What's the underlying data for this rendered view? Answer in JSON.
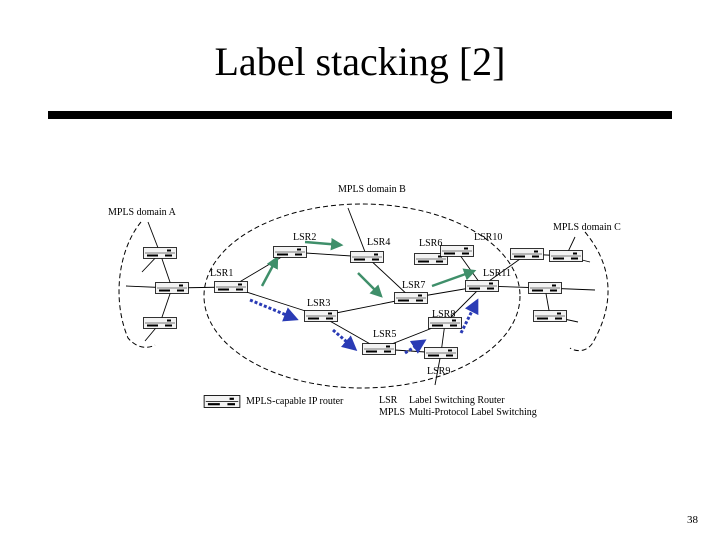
{
  "title": "Label stacking [2]",
  "page_number": "38",
  "colors": {
    "green_arrow": "#3f8f6a",
    "blue_dotted": "#2a3bb5",
    "router_fill": "#f3f3f3"
  },
  "domains": {
    "a": "MPLS domain A",
    "b": "MPLS domain B",
    "c": "MPLS domain C"
  },
  "routers": {
    "lsr1": "LSR1",
    "lsr2": "LSR2",
    "lsr3": "LSR3",
    "lsr4": "LSR4",
    "lsr5": "LSR5",
    "lsr6": "LSR6",
    "lsr7": "LSR7",
    "lsr8": "LSR8",
    "lsr9": "LSR9",
    "lsr10": "LSR10",
    "lsr11": "LSR11"
  },
  "legend": {
    "router_label": "MPLS-capable IP router",
    "lsr_abbr": "LSR",
    "lsr_def": "Label Switching Router",
    "mpls_abbr": "MPLS",
    "mpls_def": "Multi-Protocol Label Switching"
  }
}
